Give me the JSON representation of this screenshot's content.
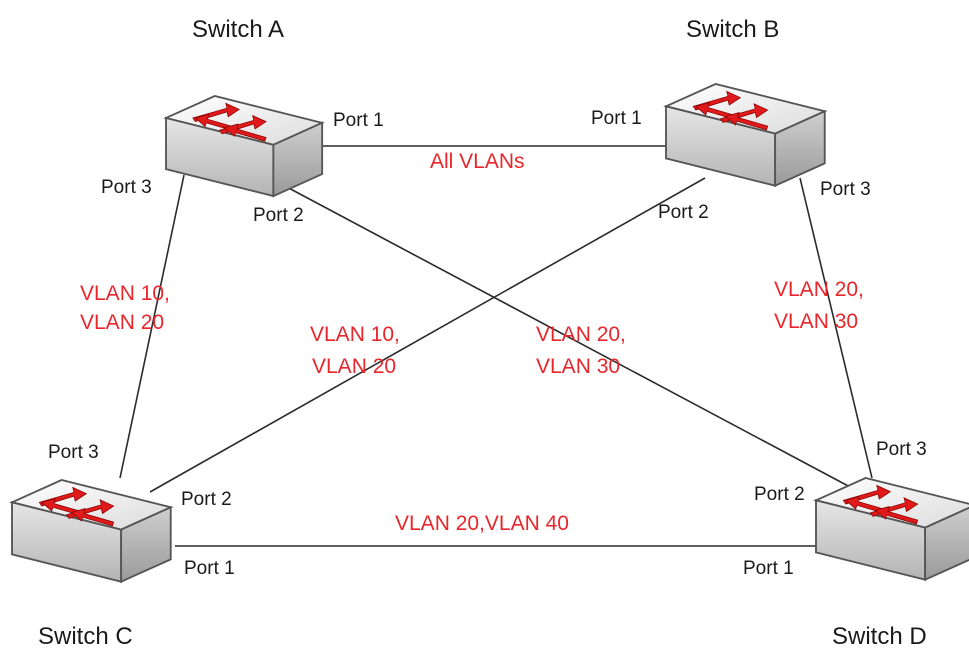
{
  "colors": {
    "vlan_text": "#e8262b",
    "port_text": "#1a1a1a",
    "link": "#2b2b2b",
    "arrow": "#e01a1a"
  },
  "switches": {
    "a": {
      "name": "Switch A",
      "icon": "network-switch-icon"
    },
    "b": {
      "name": "Switch B",
      "icon": "network-switch-icon"
    },
    "c": {
      "name": "Switch C",
      "icon": "network-switch-icon"
    },
    "d": {
      "name": "Switch D",
      "icon": "network-switch-icon"
    }
  },
  "ports": {
    "a_p1": "Port 1",
    "a_p2": "Port 2",
    "a_p3": "Port 3",
    "b_p1": "Port 1",
    "b_p2": "Port 2",
    "b_p3": "Port 3",
    "c_p1": "Port 1",
    "c_p2": "Port 2",
    "c_p3": "Port 3",
    "d_p1": "Port 1",
    "d_p2": "Port 2",
    "d_p3": "Port 3"
  },
  "links": {
    "a_b": {
      "line1": "All VLANs"
    },
    "a_c": {
      "line1": "VLAN 10,",
      "line2": "VLAN 20"
    },
    "b_c": {
      "line1": "VLAN 10,",
      "line2": "VLAN 20"
    },
    "a_d": {
      "line1": "VLAN 20,",
      "line2": "VLAN 30"
    },
    "b_d": {
      "line1": "VLAN 20,",
      "line2": "VLAN 30"
    },
    "c_d": {
      "line1": "VLAN 20,VLAN 40"
    }
  }
}
